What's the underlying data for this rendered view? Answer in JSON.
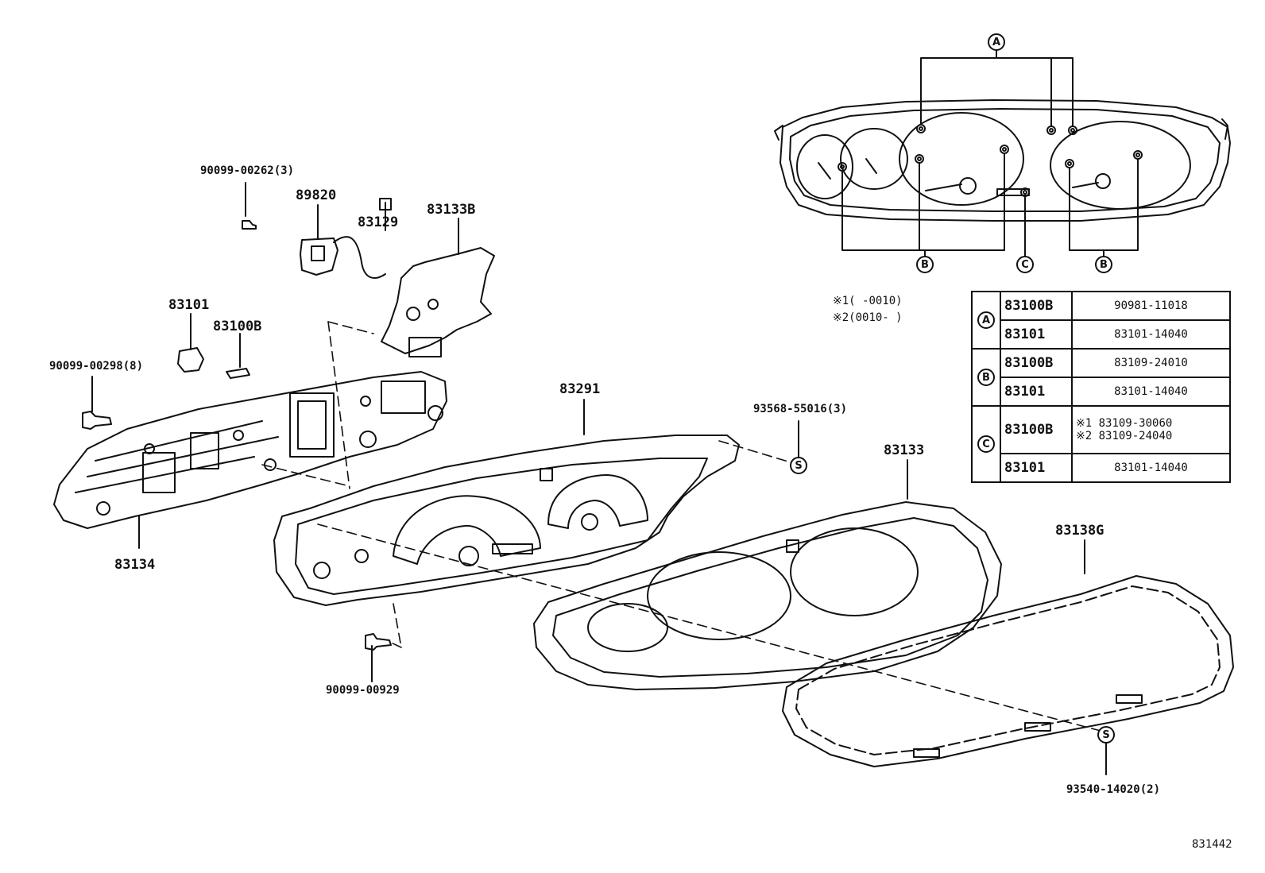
{
  "labels": {
    "screw_top": "90099-00262(3)",
    "p89820": "89820",
    "p83129": "83129",
    "p83133b": "83133B",
    "p83101": "83101",
    "p83100b": "83100B",
    "screw_left": "90099-00298(8)",
    "p83291": "83291",
    "p93568": "93568-55016(3)",
    "p83133": "83133",
    "p83138g": "83138G",
    "p83134": "83134",
    "screw_bottom": "90099-00929",
    "p93540": "93540-14020(2)",
    "diagram_id": "831442"
  },
  "notes": {
    "note1": "※1(    -0010)",
    "note2": "※2(0010-    )"
  },
  "callouts": {
    "A": "A",
    "B": "B",
    "C": "C",
    "S": "S"
  },
  "table": {
    "groups": [
      {
        "letter": "A",
        "rows": [
          {
            "part": "83100B",
            "number": "90981-11018",
            "number2": ""
          },
          {
            "part": "83101",
            "number": "83101-14040",
            "number2": ""
          }
        ]
      },
      {
        "letter": "B",
        "rows": [
          {
            "part": "83100B",
            "number": "83109-24010",
            "number2": ""
          },
          {
            "part": "83101",
            "number": "83101-14040",
            "number2": ""
          }
        ]
      },
      {
        "letter": "C",
        "rows": [
          {
            "part": "83100B",
            "number": "※1 83109-30060",
            "number2": "※2 83109-24040"
          },
          {
            "part": "83101",
            "number": "83101-14040",
            "number2": ""
          }
        ]
      }
    ]
  }
}
